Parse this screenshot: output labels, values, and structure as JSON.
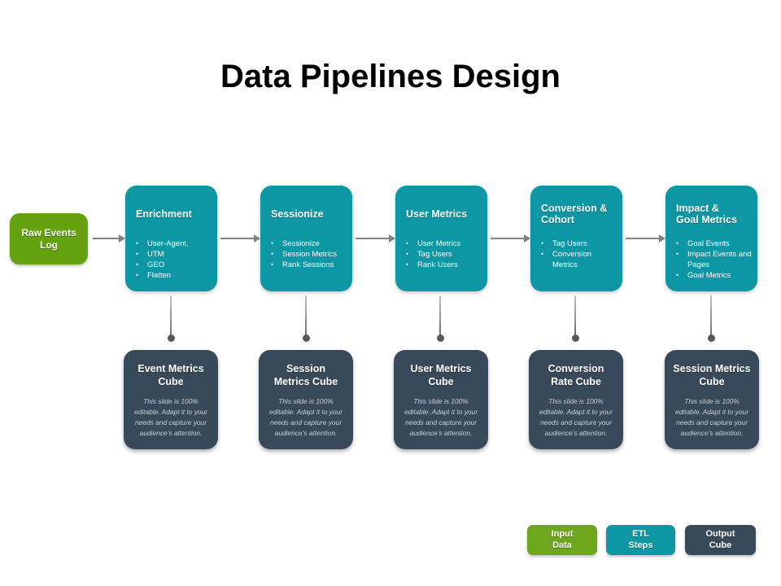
{
  "title": "Data Pipelines Design",
  "colors": {
    "input_green": "#64a20f",
    "etl_teal": "#0d96a4",
    "cube_slate": "#38495a",
    "connector_gray": "#828282",
    "dot_gray": "#595959"
  },
  "input_box": {
    "label": "Raw Events\nLog"
  },
  "steps": [
    {
      "title": "Enrichment",
      "bullets": [
        "User-Agent,",
        "UTM",
        "GEO",
        "Flatten"
      ]
    },
    {
      "title": "Sessionize",
      "bullets": [
        "Sessionize",
        "Session Metrics",
        "Rank Sessions"
      ]
    },
    {
      "title": "User Metrics",
      "bullets": [
        "User Metrics",
        "Tag Users",
        "Rank Users"
      ]
    },
    {
      "title": "Conversion  &\nCohort",
      "bullets": [
        "Tag Users",
        "Conversion Metrics"
      ]
    },
    {
      "title": "Impact  &\nGoal Metrics",
      "bullets": [
        "Goal Events",
        "Impact Events and Pages",
        "Goal Metrics"
      ]
    }
  ],
  "cubes": [
    {
      "title": "Event  Metrics\nCube",
      "body": "This slide is 100% editable. Adapt it to your needs and capture your audience’s attention."
    },
    {
      "title": "Session\nMetrics Cube",
      "body": "This slide is 100% editable. Adapt it to your needs and capture your audience’s attention."
    },
    {
      "title": "User  Metrics\nCube",
      "body": "This slide is 100% editable. Adapt it to your needs and capture your audience’s attention."
    },
    {
      "title": "Conversion\nRate Cube",
      "body": "This slide is 100% editable. Adapt it to your needs and capture your audience’s attention."
    },
    {
      "title": "Session  Metrics\nCube",
      "body": "This slide is 100% editable. Adapt it to your needs and capture your audience’s attention."
    }
  ],
  "legend": {
    "input": "Input\nData",
    "etl": "ETL\nSteps",
    "output": "Output\nCube"
  }
}
